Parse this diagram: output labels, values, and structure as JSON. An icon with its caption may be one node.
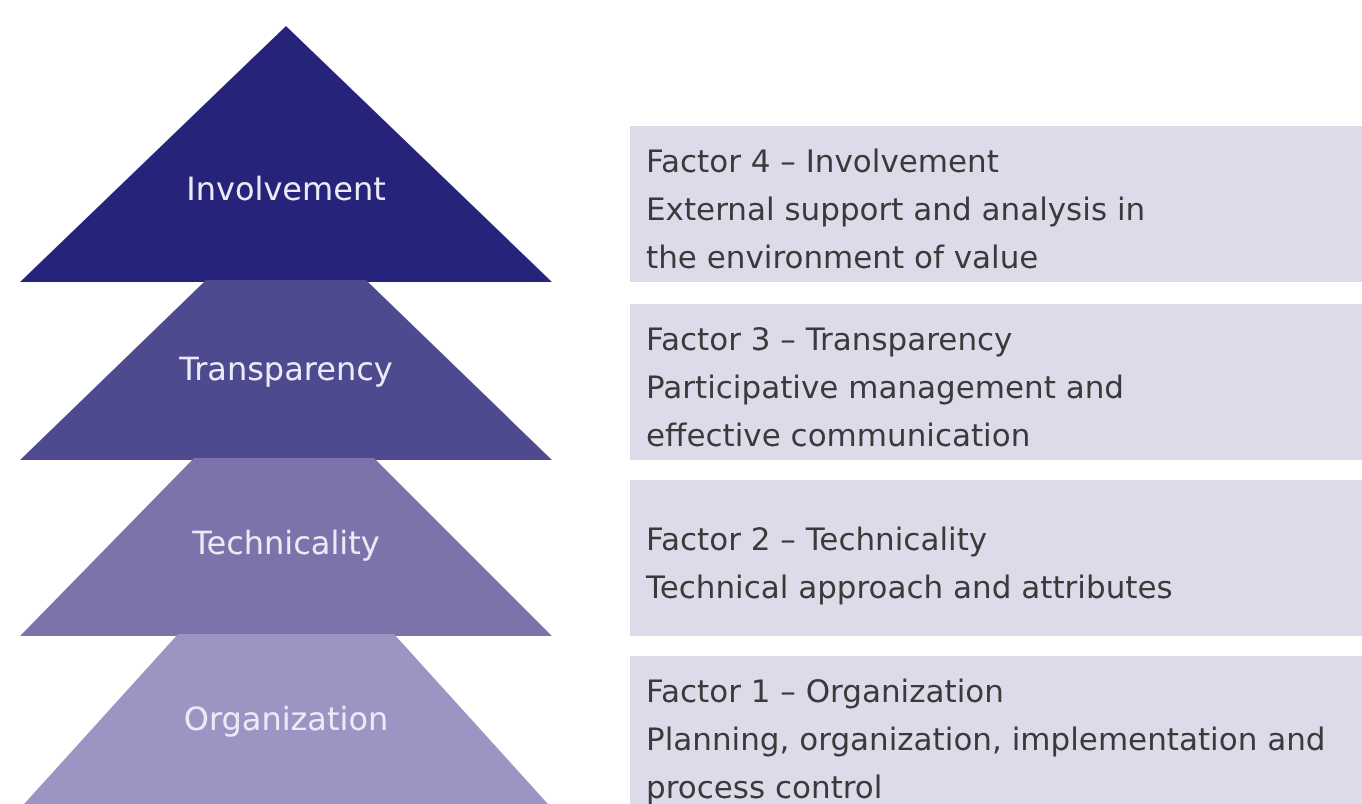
{
  "diagram": {
    "nodes": [
      {
        "text": [
          "Involvement"
        ]
      },
      {
        "text": [
          "Factor 4 – Involvement",
          "External support and analysis in the environment of value"
        ]
      },
      {
        "text": [
          "Transparency"
        ]
      },
      {
        "text": [
          "Factor 3 – Transparency",
          "Participative management and effective communication"
        ]
      },
      {
        "text": [
          "Technicality"
        ]
      },
      {
        "text": [
          "Factor 2 – Technicality",
          "Technical approach and attributes"
        ]
      },
      {
        "text": [
          "Organization"
        ]
      },
      {
        "text": [
          "Factor 1 – Organization",
          "Planning, organization, implementation and process control"
        ]
      }
    ]
  }
}
